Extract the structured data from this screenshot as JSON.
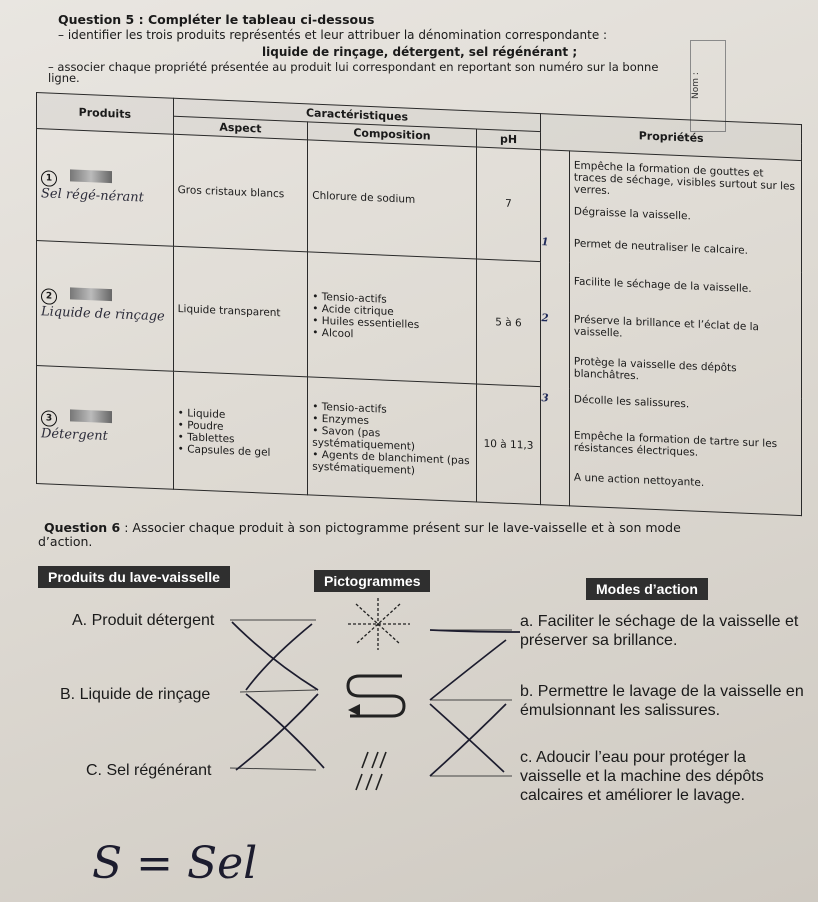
{
  "question5": {
    "title": "Question 5 : Compléter le tableau ci-dessous",
    "line1": "– identifier les trois produits représentés et leur attribuer la dénomination correspondante :",
    "line2": "liquide de rinçage, détergent, sel régénérant ;",
    "line3": "– associer chaque propriété présentée au produit lui correspondant en reportant son numéro sur la bonne",
    "line4": "ligne."
  },
  "side_label": "Nom :",
  "table": {
    "headers": {
      "produits": "Produits",
      "caracteristiques": "Caractéristiques",
      "aspect": "Aspect",
      "composition": "Composition",
      "ph": "pH",
      "proprietes": "Propriétés"
    },
    "rows": [
      {
        "num": "1",
        "handwritten": "Sel régé-nérant",
        "aspect": "Gros cristaux blancs",
        "composition": "Chlorure de sodium",
        "ph": "7"
      },
      {
        "num": "2",
        "handwritten": "Liquide de rinçage",
        "aspect": "Liquide transparent",
        "composition": [
          "• Tensio-actifs",
          "• Acide citrique",
          "• Huiles essentielles",
          "• Alcool"
        ],
        "ph": "5 à 6"
      },
      {
        "num": "3",
        "handwritten": "Détergent",
        "aspect": [
          "• Liquide",
          "• Poudre",
          "• Tablettes",
          "• Capsules de gel"
        ],
        "composition": [
          "• Tensio-actifs",
          "• Enzymes",
          "• Savon (pas systématiquement)",
          "• Agents de blanchiment (pas systématiquement)"
        ],
        "ph": "10 à 11,3"
      }
    ],
    "properties": [
      {
        "answer": "",
        "text": "Empêche la formation de gouttes et traces de séchage, visibles surtout sur les verres."
      },
      {
        "answer": "",
        "text": "Dégraisse la vaisselle."
      },
      {
        "answer": "1",
        "text": "Permet de neutraliser le calcaire."
      },
      {
        "answer": "",
        "text": "Facilite le séchage de la vaisselle."
      },
      {
        "answer": "2",
        "text": "Préserve la brillance et l’éclat de la vaisselle."
      },
      {
        "answer": "",
        "text": "Protège la vaisselle des dépôts blanchâtres."
      },
      {
        "answer": "3",
        "text": "Décolle les salissures."
      },
      {
        "answer": "",
        "text": "Empêche la formation de tartre sur les résistances électriques."
      },
      {
        "answer": "",
        "text": "A une action nettoyante."
      }
    ]
  },
  "question6": {
    "label": "Question 6",
    "text": " : Associer chaque produit à son pictogramme présent sur le lave-vaisselle et à son mode",
    "line2": "d’action.",
    "headers": {
      "produits": "Produits du lave-vaisselle",
      "pictogrammes": "Pictogrammes",
      "modes": "Modes d’action"
    },
    "products": [
      "A. Produit détergent",
      "B. Liquide de rinçage",
      "C. Sel régénérant"
    ],
    "pictograms": [
      "sparkle-icon",
      "s-arrow-icon",
      "slashes-icon"
    ],
    "modes": [
      "a. Faciliter le séchage de la vaisselle et préserver sa brillance.",
      "b. Permettre le lavage de la vaisselle en émulsionnant les salissures.",
      "c. Adoucir l’eau pour protéger la vaisselle et la machine des dépôts calcaires et améliorer le lavage."
    ]
  },
  "handwritten_note": "S = Sel"
}
